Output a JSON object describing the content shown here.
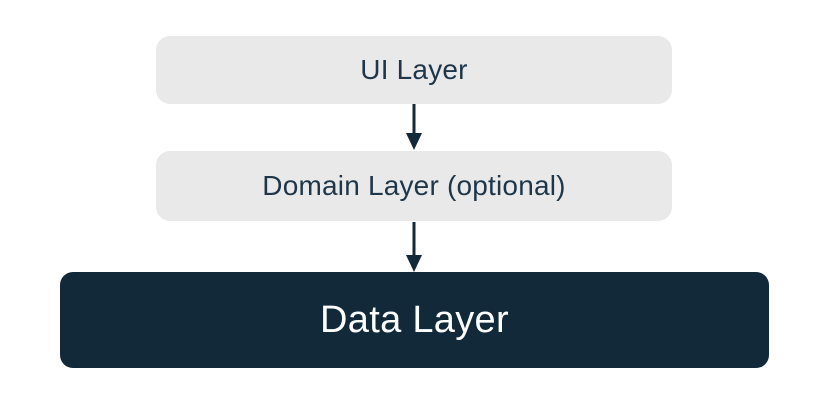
{
  "diagram": {
    "nodes": [
      {
        "id": "ui-layer",
        "label": "UI Layer",
        "style": "light"
      },
      {
        "id": "domain-layer",
        "label": "Domain Layer (optional)",
        "style": "light"
      },
      {
        "id": "data-layer",
        "label": "Data Layer",
        "style": "dark"
      }
    ],
    "edges": [
      {
        "from": "ui-layer",
        "to": "domain-layer",
        "type": "arrow-down"
      },
      {
        "from": "domain-layer",
        "to": "data-layer",
        "type": "arrow-down"
      }
    ]
  },
  "colors": {
    "background": "#ffffff",
    "light_box_bg": "#e9e9e9",
    "dark_box_bg": "#12293a",
    "light_box_text": "#1d3649",
    "dark_box_text": "#ffffff",
    "arrow": "#12293a"
  }
}
